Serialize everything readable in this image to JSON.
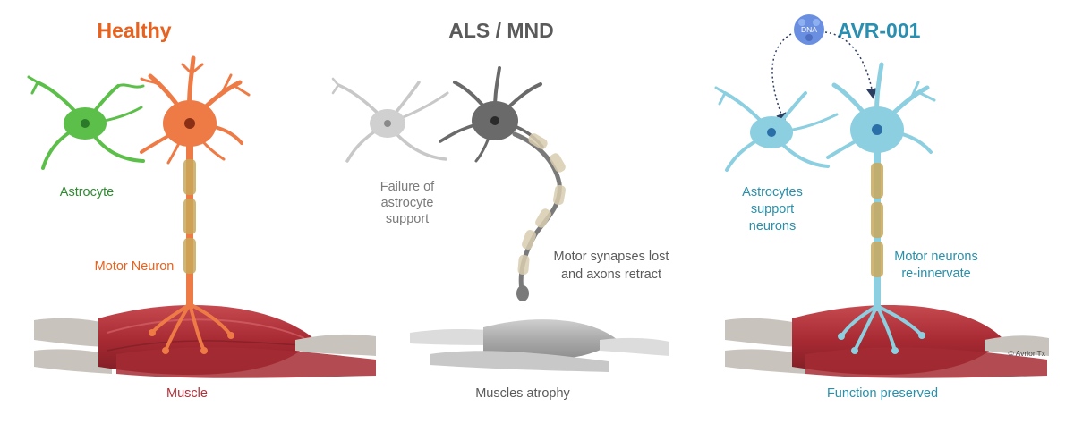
{
  "panels": {
    "healthy": {
      "title": "Healthy",
      "astrocyte_label": "Astrocyte",
      "neuron_label": "Motor Neuron",
      "muscle_label": "Muscle"
    },
    "als": {
      "title": "ALS / MND",
      "astrocyte_label": [
        "Failure of",
        "astrocyte",
        "support"
      ],
      "neuron_label": [
        "Motor synapses lost",
        "and axons retract"
      ],
      "muscle_label": "Muscles atrophy"
    },
    "avr": {
      "title": "AVR-001",
      "virus_label": "DNA",
      "astrocyte_label": [
        "Astrocytes",
        "support",
        "neurons"
      ],
      "neuron_label": [
        "Motor neurons",
        "re-innervate"
      ],
      "muscle_label": "Function preserved",
      "copyright": "© AvrionTx"
    }
  },
  "colors": {
    "healthy_title": "#e8621f",
    "healthy_astrocyte": "#5cbf4a",
    "healthy_astrocyte_text": "#2e8b2e",
    "healthy_neuron": "#ee7a45",
    "muscle_red": "#b5303a",
    "muscle_tendon": "#c9c3bd",
    "myelin": "#c8a85a",
    "als_title": "#5a5a5a",
    "als_astrocyte": "#c8c8c8",
    "als_neuron": "#6a6a6a",
    "als_muscle": "#b4b4b4",
    "als_text": "#7a7a7a",
    "avr_title": "#2a8fb0",
    "avr_cell": "#8ccfe0",
    "avr_text": "#2a8fa8",
    "virus": "#6a8fe0"
  }
}
